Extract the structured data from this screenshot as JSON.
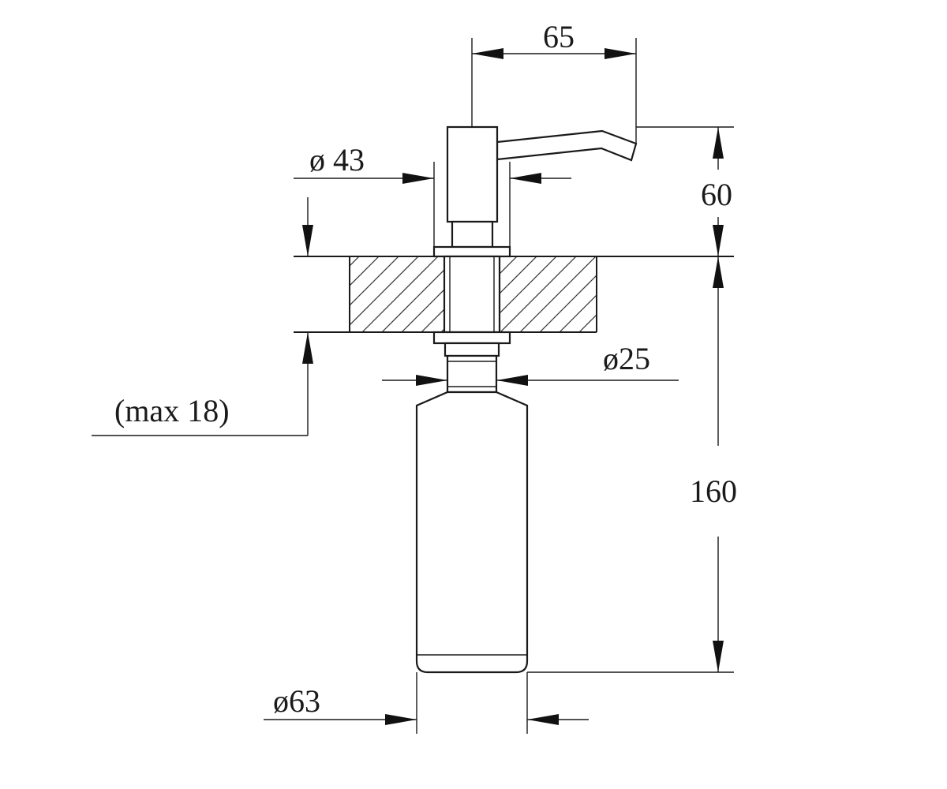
{
  "dimensions": {
    "spout_reach": "65",
    "head_diameter": "ø 43",
    "head_height": "60",
    "shank_diameter": "ø25",
    "max_thickness": "(max 18)",
    "bottle_height": "160",
    "bottle_diameter": "ø63"
  },
  "colors": {
    "line": "#1a1a1a",
    "background": "#ffffff"
  }
}
